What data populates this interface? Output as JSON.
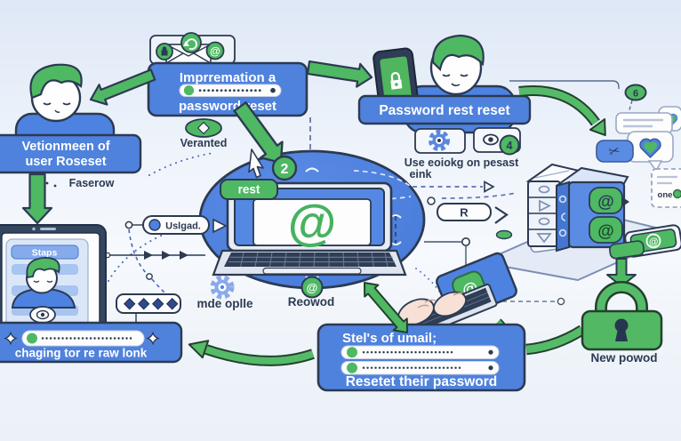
{
  "illustration_subject": "password reset flow diagram",
  "palette": {
    "blue": "#4d82e0",
    "blue_light": "#8aadec",
    "green": "#4eb863",
    "ink": "#2c3a52",
    "paper": "#fdfdfe",
    "bg_top": "#dce6f5",
    "bg_bottom": "#eef3fa"
  },
  "top_left": {
    "banner_line1": "Vetionmeen of",
    "banner_line2": "user Roseset",
    "caption": "Faserow"
  },
  "top_center": {
    "box_line1": "Imprremation a",
    "box_line2": "password reset",
    "caption": "Veranted"
  },
  "top_right": {
    "banner": "Password rest reset",
    "caption_line1": "Use eoiokg on pesast",
    "caption_line2": "eink",
    "badge4": "4",
    "badge6": "6"
  },
  "center": {
    "rest_tag": "rest",
    "badge2": "2",
    "uslgad_tag": "Uslgad.",
    "at_symbol": "@",
    "gear_caption": "mde oplle",
    "reowod_caption": "Reowod",
    "r_tag": "R"
  },
  "right_side": {
    "one_caption": "one",
    "new_password_caption": "New powod",
    "scissors_glyph": "✂"
  },
  "bottom_center": {
    "box_line1": "Stel's of umail;",
    "box_line2": "Resetet their password"
  },
  "bottom_left": {
    "staps_tag": "Staps",
    "banner": "chaging tor re raw lonk"
  },
  "icons": [
    "envelope-icon",
    "lock-icon",
    "refresh-icon",
    "at-icon",
    "gear-icon",
    "eye-icon",
    "heart-icon",
    "scissors-icon",
    "padlock-icon",
    "cursor-icon",
    "sparkle-icon",
    "book-icon"
  ]
}
